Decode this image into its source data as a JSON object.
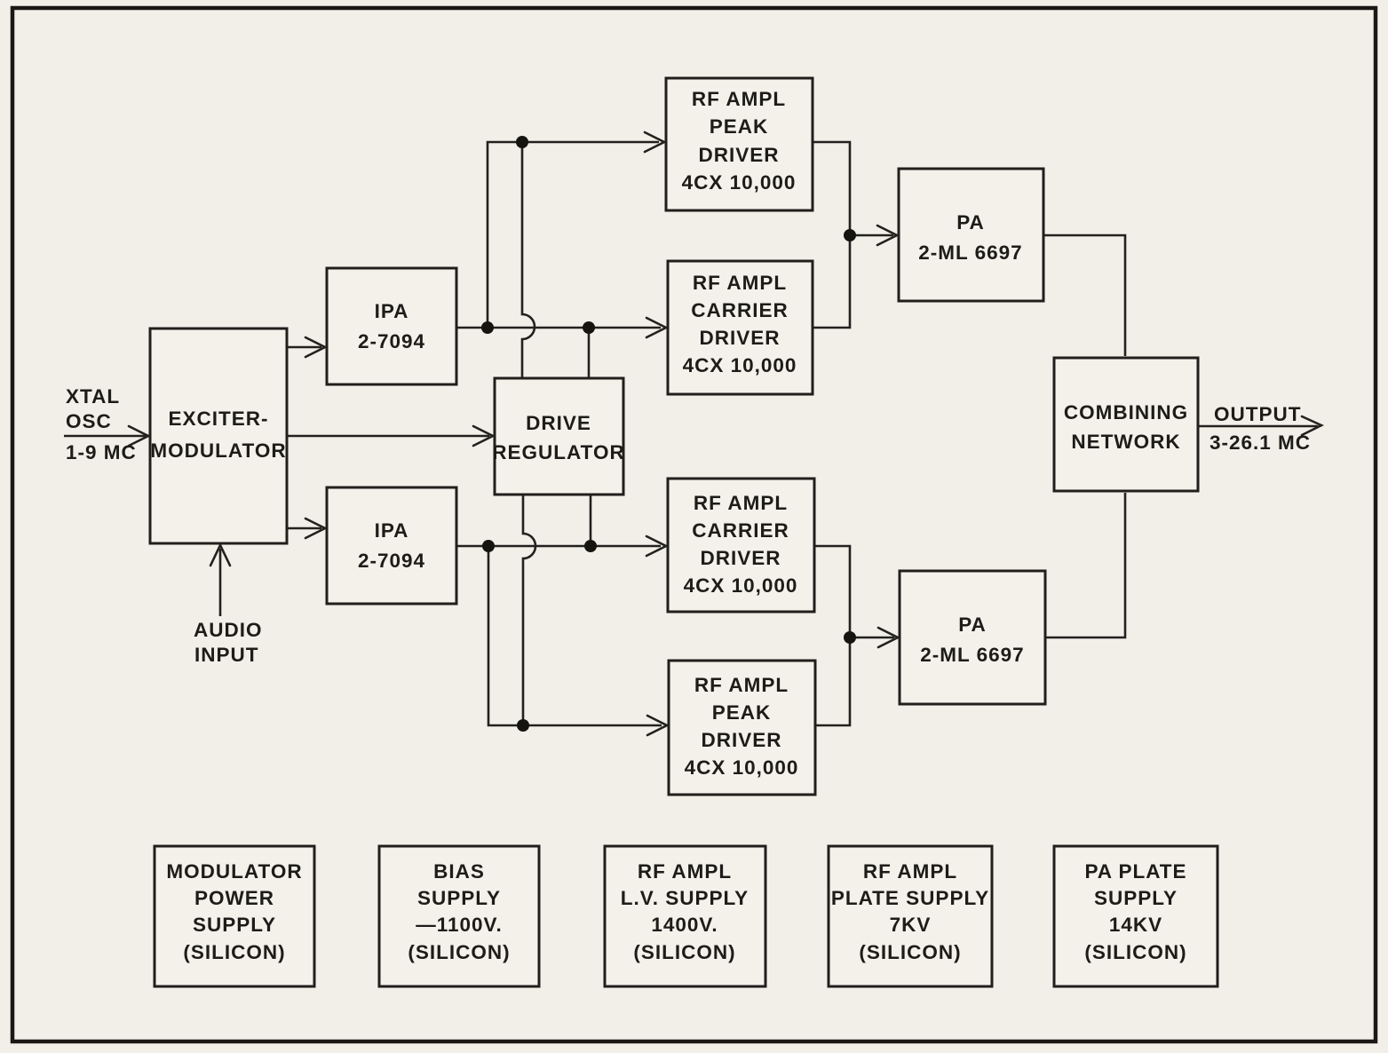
{
  "colors": {
    "paper": "#f1efe8",
    "ink": "#1d1c18"
  },
  "blocks": {
    "exciter": {
      "lines": [
        "EXCITER-",
        "MODULATOR"
      ]
    },
    "ipa_top": {
      "lines": [
        "IPA",
        "2-7094"
      ]
    },
    "ipa_bottom": {
      "lines": [
        "IPA",
        "2-7094"
      ]
    },
    "drive_regulator": {
      "lines": [
        "DRIVE",
        "REGULATOR"
      ]
    },
    "peak_driver_top": {
      "lines": [
        "RF AMPL",
        "PEAK",
        "DRIVER",
        "4CX 10,000"
      ]
    },
    "carrier_driver_top": {
      "lines": [
        "RF AMPL",
        "CARRIER",
        "DRIVER",
        "4CX 10,000"
      ]
    },
    "carrier_driver_bottom": {
      "lines": [
        "RF AMPL",
        "CARRIER",
        "DRIVER",
        "4CX 10,000"
      ]
    },
    "peak_driver_bottom": {
      "lines": [
        "RF AMPL",
        "PEAK",
        "DRIVER",
        "4CX 10,000"
      ]
    },
    "pa_top": {
      "lines": [
        "PA",
        "2-ML 6697"
      ]
    },
    "pa_bottom": {
      "lines": [
        "PA",
        "2-ML 6697"
      ]
    },
    "combining": {
      "lines": [
        "COMBINING",
        "NETWORK"
      ]
    },
    "supply_modulator": {
      "lines": [
        "MODULATOR",
        "POWER",
        "SUPPLY",
        "(SILICON)"
      ]
    },
    "supply_bias": {
      "lines": [
        "BIAS",
        "SUPPLY",
        "—1100V.",
        "(SILICON)"
      ]
    },
    "supply_lv": {
      "lines": [
        "RF AMPL",
        "L.V. SUPPLY",
        "1400V.",
        "(SILICON)"
      ]
    },
    "supply_plate": {
      "lines": [
        "RF AMPL",
        "PLATE SUPPLY",
        "7KV",
        "(SILICON)"
      ]
    },
    "supply_pa_plate": {
      "lines": [
        "PA PLATE",
        "SUPPLY",
        "14KV",
        "(SILICON)"
      ]
    }
  },
  "annotations": {
    "input_line1": "XTAL",
    "input_line2": "OSC",
    "input_freq": "1-9 MC",
    "audio_line1": "AUDIO",
    "audio_line2": "INPUT",
    "output_label": "OUTPUT",
    "output_freq": "3-26.1 MC"
  }
}
